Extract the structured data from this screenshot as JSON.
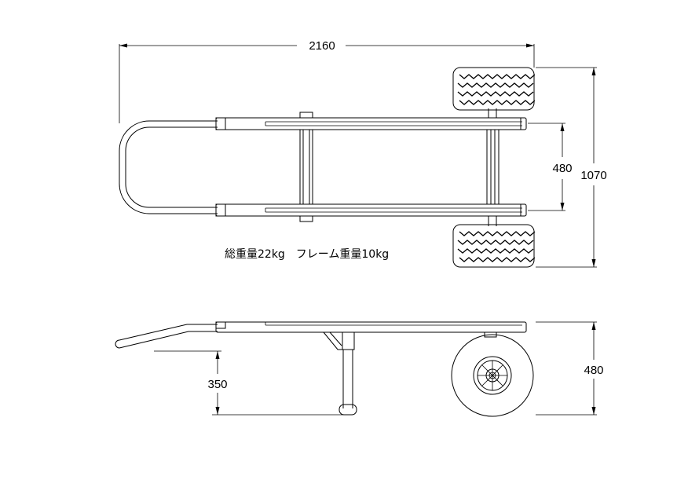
{
  "dimensions": {
    "overall_length": "2160",
    "overall_width": "1070",
    "track_width": "480",
    "handle_height": "350",
    "wheel_height": "480"
  },
  "note": {
    "weights": "総重量22kg　フレーム重量10kg"
  }
}
